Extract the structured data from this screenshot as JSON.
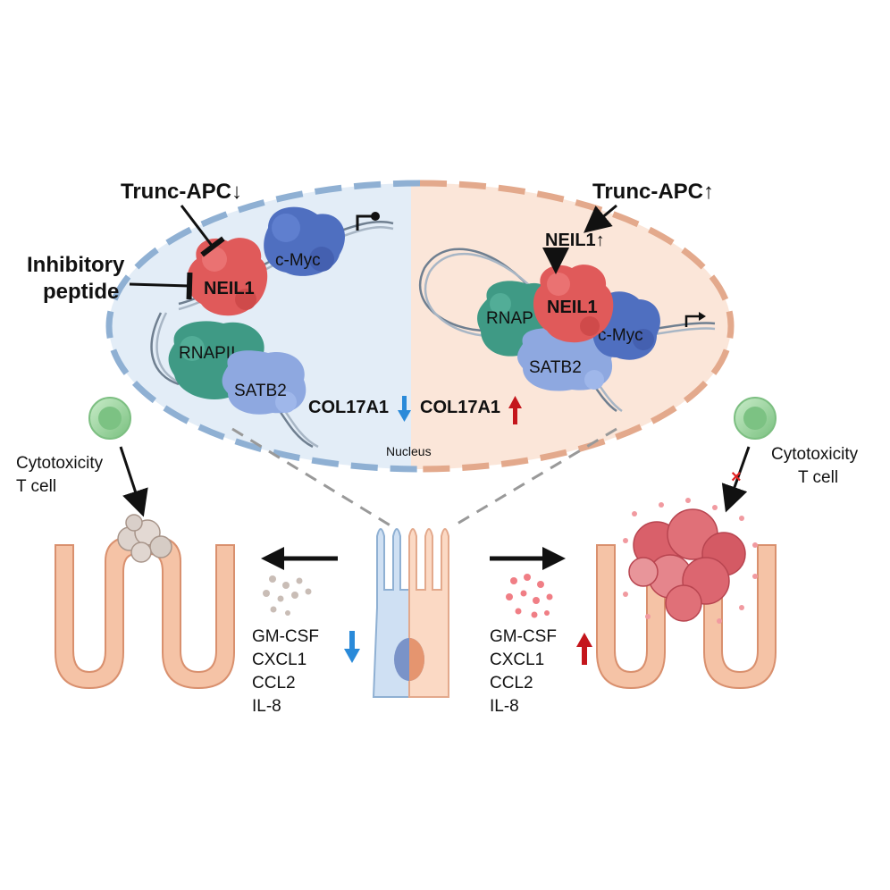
{
  "labels": {
    "trunc_apc_left": "Trunc-APC",
    "trunc_apc_right": "Trunc-APC",
    "inhibitory_line1": "Inhibitory",
    "inhibitory_line2": "peptide",
    "neil1_left": "NEIL1",
    "neil1_right": "NEIL1",
    "neil1_up_label": "NEIL1",
    "cmyc_left": "c-Myc",
    "cmyc_right": "c-Myc",
    "rnapii_left": "RNAPII",
    "rnapii_right": "RNAP",
    "satb2_left": "SATB2",
    "satb2_right": "SATB2",
    "col17a1_left": "COL17A1",
    "col17a1_right": "COL17A1",
    "nucleus": "Nucleus",
    "tcell_left_line1": "Cytotoxicity",
    "tcell_left_line2": "T cell",
    "tcell_right_line1": "Cytotoxicity",
    "tcell_right_line2": "T cell",
    "down_arrow_glyph": "↓",
    "up_arrow_glyph": "↑",
    "block_mark": "×"
  },
  "cytokines_left": [
    "GM-CSF",
    "CXCL1",
    "CCL2",
    "IL-8"
  ],
  "cytokines_right": [
    "GM-CSF",
    "CXCL1",
    "CCL2",
    "IL-8"
  ],
  "colors": {
    "nucleus_left_fill": "#e3edf7",
    "nucleus_right_fill": "#fbe6d9",
    "nucleus_left_border": "#8fb0d3",
    "nucleus_right_border": "#e3a98c",
    "neil1": "#e05a5a",
    "cmyc": "#4f6fc0",
    "rnapii": "#3f9a85",
    "satb2": "#8ea8e0",
    "down_arrow": "#2a8ad9",
    "up_arrow": "#c4161c",
    "tissue": "#f5c3a6",
    "tissue_line": "#d9906e",
    "tcell": "#9bd39e",
    "tumor": "#d9606a",
    "block_mark": "#e02020"
  }
}
